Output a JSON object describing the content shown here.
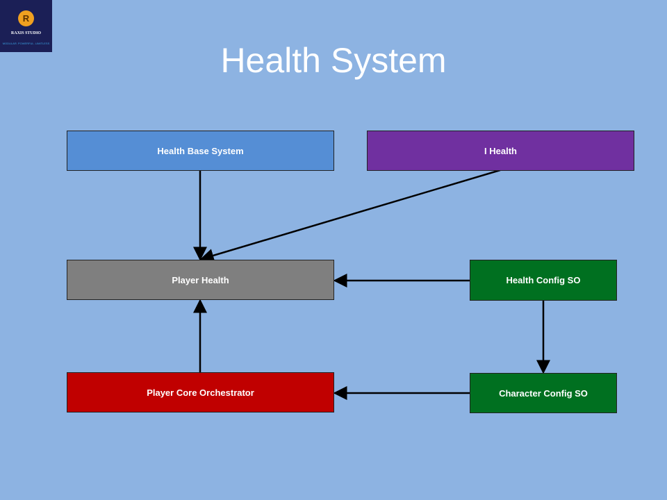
{
  "logo": {
    "name": "RAXIS STUDIO",
    "tagline": "MODULAR. POWERFUL. LIMITLESS"
  },
  "title": "Health System",
  "nodes": {
    "health_base_system": {
      "label": "Health Base System",
      "color": "#558ed5"
    },
    "i_health": {
      "label": "I Health",
      "color": "#7030a0"
    },
    "player_health": {
      "label": "Player Health",
      "color": "#7f7f7f"
    },
    "health_config_so": {
      "label": "Health Config SO",
      "color": "#007020"
    },
    "player_core_orchestrator": {
      "label": "Player Core Orchestrator",
      "color": "#c00000"
    },
    "character_config_so": {
      "label": "Character Config SO",
      "color": "#007020"
    }
  },
  "edges": [
    {
      "from": "Health Base System",
      "to": "Player Health"
    },
    {
      "from": "I Health",
      "to": "Player Health"
    },
    {
      "from": "Health Config SO",
      "to": "Player Health"
    },
    {
      "from": "Health Config SO",
      "to": "Character Config SO"
    },
    {
      "from": "Player Core Orchestrator",
      "to": "Player Health"
    },
    {
      "from": "Character Config SO",
      "to": "Player Core Orchestrator"
    }
  ]
}
